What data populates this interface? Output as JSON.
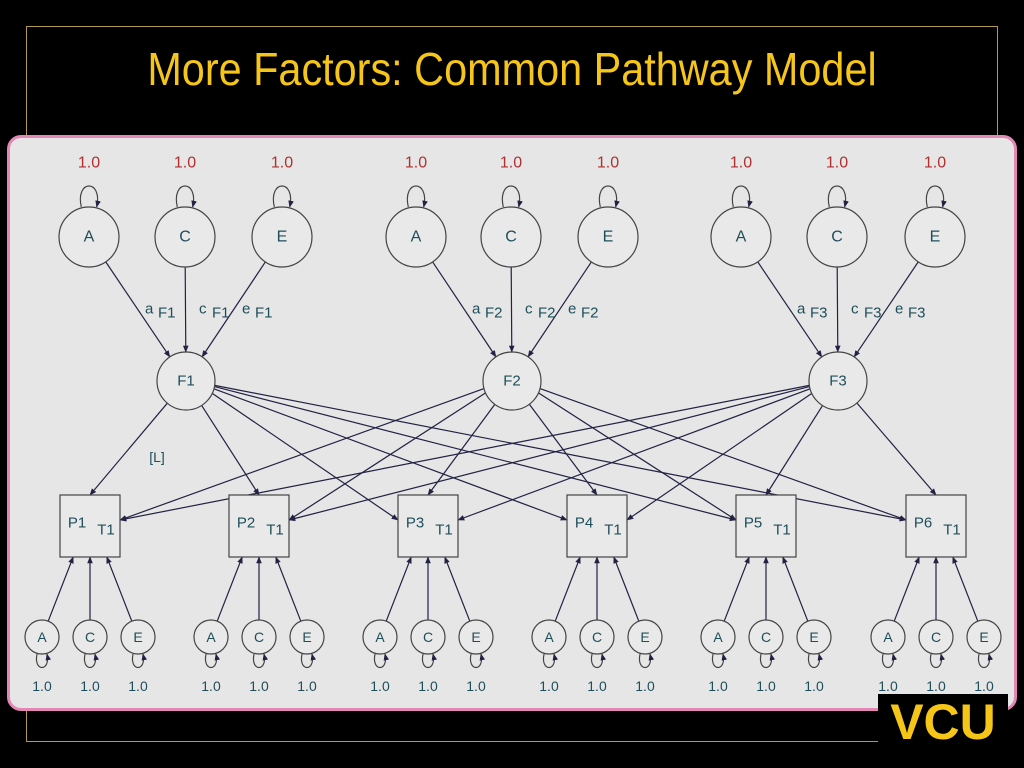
{
  "slide": {
    "title": "More Factors: Common Pathway Model",
    "logo_text": "VCU"
  },
  "colors": {
    "background": "#000000",
    "title": "#f5c518",
    "panel": "#e6e6e6",
    "panel_border": "#e388b6",
    "variance_label": "#b03030",
    "node_text": "#1e4e5a",
    "line": "#222244"
  },
  "diagram": {
    "top_latents": [
      {
        "label": "A",
        "variance": "1.0"
      },
      {
        "label": "C",
        "variance": "1.0"
      },
      {
        "label": "E",
        "variance": "1.0"
      },
      {
        "label": "A",
        "variance": "1.0"
      },
      {
        "label": "C",
        "variance": "1.0"
      },
      {
        "label": "E",
        "variance": "1.0"
      },
      {
        "label": "A",
        "variance": "1.0"
      },
      {
        "label": "C",
        "variance": "1.0"
      },
      {
        "label": "E",
        "variance": "1.0"
      }
    ],
    "path_labels": [
      {
        "prefix": "a",
        "suffix": "F1"
      },
      {
        "prefix": "c",
        "suffix": "F1"
      },
      {
        "prefix": "e",
        "suffix": "F1"
      },
      {
        "prefix": "a",
        "suffix": "F2"
      },
      {
        "prefix": "c",
        "suffix": "F2"
      },
      {
        "prefix": "e",
        "suffix": "F2"
      },
      {
        "prefix": "a",
        "suffix": "F3"
      },
      {
        "prefix": "c",
        "suffix": "F3"
      },
      {
        "prefix": "e",
        "suffix": "F3"
      }
    ],
    "factors": [
      {
        "label": "F1"
      },
      {
        "label": "F2"
      },
      {
        "label": "F3"
      }
    ],
    "loading_label": "[L]",
    "phenotypes": [
      {
        "label": "P1",
        "sub": "T1"
      },
      {
        "label": "P2",
        "sub": "T1"
      },
      {
        "label": "P3",
        "sub": "T1"
      },
      {
        "label": "P4",
        "sub": "T1"
      },
      {
        "label": "P5",
        "sub": "T1"
      },
      {
        "label": "P6",
        "sub": "T1"
      }
    ],
    "specific_latents": [
      {
        "label": "A",
        "variance": "1.0"
      },
      {
        "label": "C",
        "variance": "1.0"
      },
      {
        "label": "E",
        "variance": "1.0"
      },
      {
        "label": "A",
        "variance": "1.0"
      },
      {
        "label": "C",
        "variance": "1.0"
      },
      {
        "label": "E",
        "variance": "1.0"
      },
      {
        "label": "A",
        "variance": "1.0"
      },
      {
        "label": "C",
        "variance": "1.0"
      },
      {
        "label": "E",
        "variance": "1.0"
      },
      {
        "label": "A",
        "variance": "1.0"
      },
      {
        "label": "C",
        "variance": "1.0"
      },
      {
        "label": "E",
        "variance": "1.0"
      },
      {
        "label": "A",
        "variance": "1.0"
      },
      {
        "label": "C",
        "variance": "1.0"
      },
      {
        "label": "E",
        "variance": "1.0"
      },
      {
        "label": "A",
        "variance": "1.0"
      },
      {
        "label": "C",
        "variance": "1.0"
      },
      {
        "label": "E",
        "variance": "1.0"
      }
    ]
  }
}
